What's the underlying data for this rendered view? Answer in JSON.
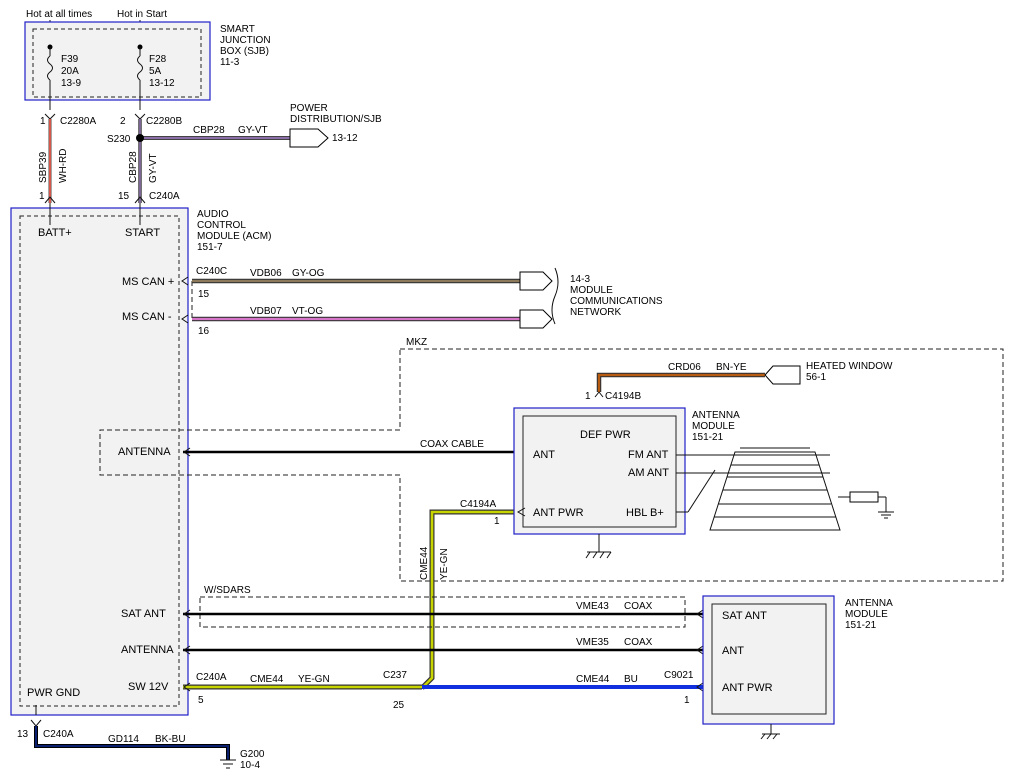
{
  "sjb": {
    "feed_hot_all": "Hot at all times",
    "feed_hot_start": "Hot in Start",
    "title": [
      "SMART",
      "JUNCTION",
      "BOX (SJB)",
      "11-3"
    ],
    "fuse1": [
      "F39",
      "20A",
      "13-9"
    ],
    "fuse2": [
      "F28",
      "5A",
      "13-12"
    ]
  },
  "wires_top": {
    "pin1": "1",
    "pin2": "2",
    "c2280a": "C2280A",
    "c2280b": "C2280B",
    "s230": "S230",
    "cbp28": "CBP28",
    "gy_vt": "GY-VT",
    "power_dist": [
      "POWER",
      "DISTRIBUTION/SJB"
    ],
    "power_ref": "13-12",
    "sbp39": "SBP39",
    "wh_rd": "WH-RD",
    "cbp28_v": "CBP28",
    "gy_vt_v": "GY-VT",
    "pin_b1": "1",
    "pin_b15": "15",
    "c240a": "C240A"
  },
  "acm": {
    "title": [
      "AUDIO",
      "CONTROL",
      "MODULE (ACM)",
      "151-7"
    ],
    "batt": "BATT+",
    "start": "START",
    "ms_can_plus": "MS CAN +",
    "ms_can_minus": "MS CAN -",
    "antenna": "ANTENNA",
    "sat_ant": "SAT ANT",
    "antenna2": "ANTENNA",
    "sw12v": "SW 12V",
    "pwr_gnd": "PWR GND"
  },
  "can": {
    "c240c": "C240C",
    "pin15": "15",
    "pin16": "16",
    "vdb06": "VDB06",
    "gy_og": "GY-OG",
    "vdb07": "VDB07",
    "vt_og": "VT-OG",
    "network": [
      "14-3",
      "MODULE",
      "COMMUNICATIONS",
      "NETWORK"
    ]
  },
  "mkz": {
    "label": "MKZ",
    "crd06": "CRD06",
    "bn_ye": "BN-YE",
    "heated": [
      "HEATED WINDOW",
      "56-1"
    ],
    "pin1": "1",
    "c4194b": "C4194B",
    "coax": "COAX CABLE",
    "c4194a": "C4194A",
    "pin1b": "1",
    "cme44": "CME44",
    "ye_gn": "YE-GN"
  },
  "antenna_module_1": {
    "title": [
      "ANTENNA",
      "MODULE",
      "151-21"
    ],
    "def_pwr": "DEF PWR",
    "ant": "ANT",
    "fm_ant": "FM ANT",
    "am_ant": "AM ANT",
    "ant_pwr": "ANT PWR",
    "hbl": "HBL B+"
  },
  "sdars": {
    "label": "W/SDARS",
    "vme43": "VME43",
    "coax1": "COAX",
    "vme35": "VME35",
    "coax2": "COAX"
  },
  "sw12v_wire": {
    "c240a": "C240A",
    "pin5": "5",
    "cme44": "CME44",
    "ye_gn": "YE-GN",
    "c237": "C237",
    "pin25": "25",
    "cme44_bu": "CME44",
    "bu": "BU",
    "c9021": "C9021",
    "pin1": "1"
  },
  "antenna_module_2": {
    "title": [
      "ANTENNA",
      "MODULE",
      "151-21"
    ],
    "sat_ant": "SAT ANT",
    "ant": "ANT",
    "ant_pwr": "ANT PWR"
  },
  "ground": {
    "pin13": "13",
    "c240a": "C240A",
    "gd114": "GD114",
    "bk_bu": "BK-BU",
    "g200": "G200",
    "ref": "10-4"
  },
  "colors": {
    "blue_box": "#1f1fc8",
    "wh_rd": "#e84b3c",
    "gy_vt": "#8a6fa8",
    "gy_og": "#8c7a5a",
    "vt_og": "#d776c8",
    "bn_ye": "#b85c12",
    "ye_gn": "#c8d400",
    "bu": "#1030e0",
    "bk_bu": "#0a1f6e"
  }
}
